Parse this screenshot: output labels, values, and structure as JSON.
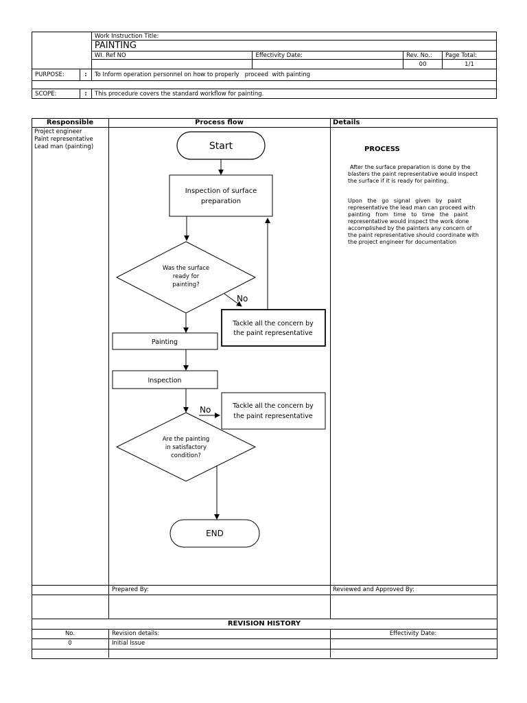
{
  "header": {
    "wi_title_label": "Work Instruction Title:",
    "wi_title": "PAINTING",
    "ref_label": "WI. Ref NO",
    "effectivity_label": "Effectivity Date:",
    "rev_label": "Rev. No.:",
    "page_total_label": "Page Total:",
    "rev_value": "00",
    "page_total_value": "1/1",
    "purpose_label": "PURPOSE:",
    "purpose_colon": ":",
    "purpose_text": "To Inform operation personnel on how to properly   proceed  with painting",
    "scope_label": "SCOPE:",
    "scope_colon": ":",
    "scope_text": "This procedure covers the standard workflow for painting."
  },
  "table": {
    "col_responsible": "Responsible",
    "col_process": "Process flow",
    "col_details": "Details",
    "responsible": [
      "Project engineer",
      "Paint representative",
      "Lead man (painting)"
    ]
  },
  "flow": {
    "start": "Start",
    "inspect_surface_1": "Inspection of surface",
    "inspect_surface_2": "preparation",
    "decision1_1": "Was the surface",
    "decision1_2": "ready for",
    "decision1_3": "painting?",
    "no1": "No",
    "tackle1_1": "Tackle all the concern by",
    "tackle1_2": "the paint representative",
    "painting": "Painting",
    "inspection": "Inspection",
    "no2": "No",
    "tackle2_1": "Tackle all the concern by",
    "tackle2_2": "the paint representative",
    "decision2_1": "Are the painting",
    "decision2_2": "in satisfactory",
    "decision2_3": "condition?",
    "end": "END"
  },
  "details": {
    "heading": "PROCESS",
    "p1": [
      "After the surface preparation is done by the",
      "blasters the paint representative would inspect",
      "the surface if it is ready for painting."
    ],
    "p2": [
      "Upon   the   go   signal   given   by   paint",
      "representative the lead man can proceed with",
      "painting   from   time   to   time   the   paint",
      "representative would inspect the work done",
      "accomplished by the painters any concern of",
      "the paint representative should coordinate with",
      "the project engineer for documentation"
    ]
  },
  "signoff": {
    "prepared_by": "Prepared By:",
    "reviewed_by": "Reviewed and Approved By:"
  },
  "revision": {
    "title": "REVISION HISTORY",
    "col_no": "No.",
    "col_details": "Revision details:",
    "col_date": "Effectivity Date:",
    "rows": [
      {
        "no": "0",
        "details": "Initial Issue",
        "date": ""
      }
    ]
  }
}
